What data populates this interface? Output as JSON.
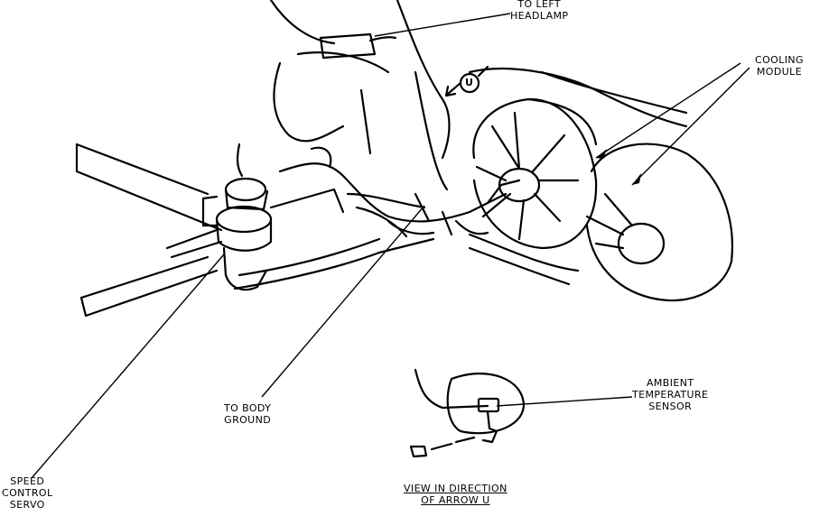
{
  "labels": {
    "left_headlamp": [
      "TO LEFT",
      "HEADLAMP"
    ],
    "cooling_module": [
      "COOLING",
      "MODULE"
    ],
    "body_ground": [
      "TO BODY",
      "GROUND"
    ],
    "ambient_sensor": [
      "AMBIENT",
      "TEMPERATURE",
      "SENSOR"
    ],
    "speed_servo": [
      "SPEED",
      "CONTROL",
      "SERVO"
    ],
    "view_direction": [
      "VIEW IN DIRECTION",
      "OF ARROW U"
    ],
    "arrow_letter": "U"
  }
}
